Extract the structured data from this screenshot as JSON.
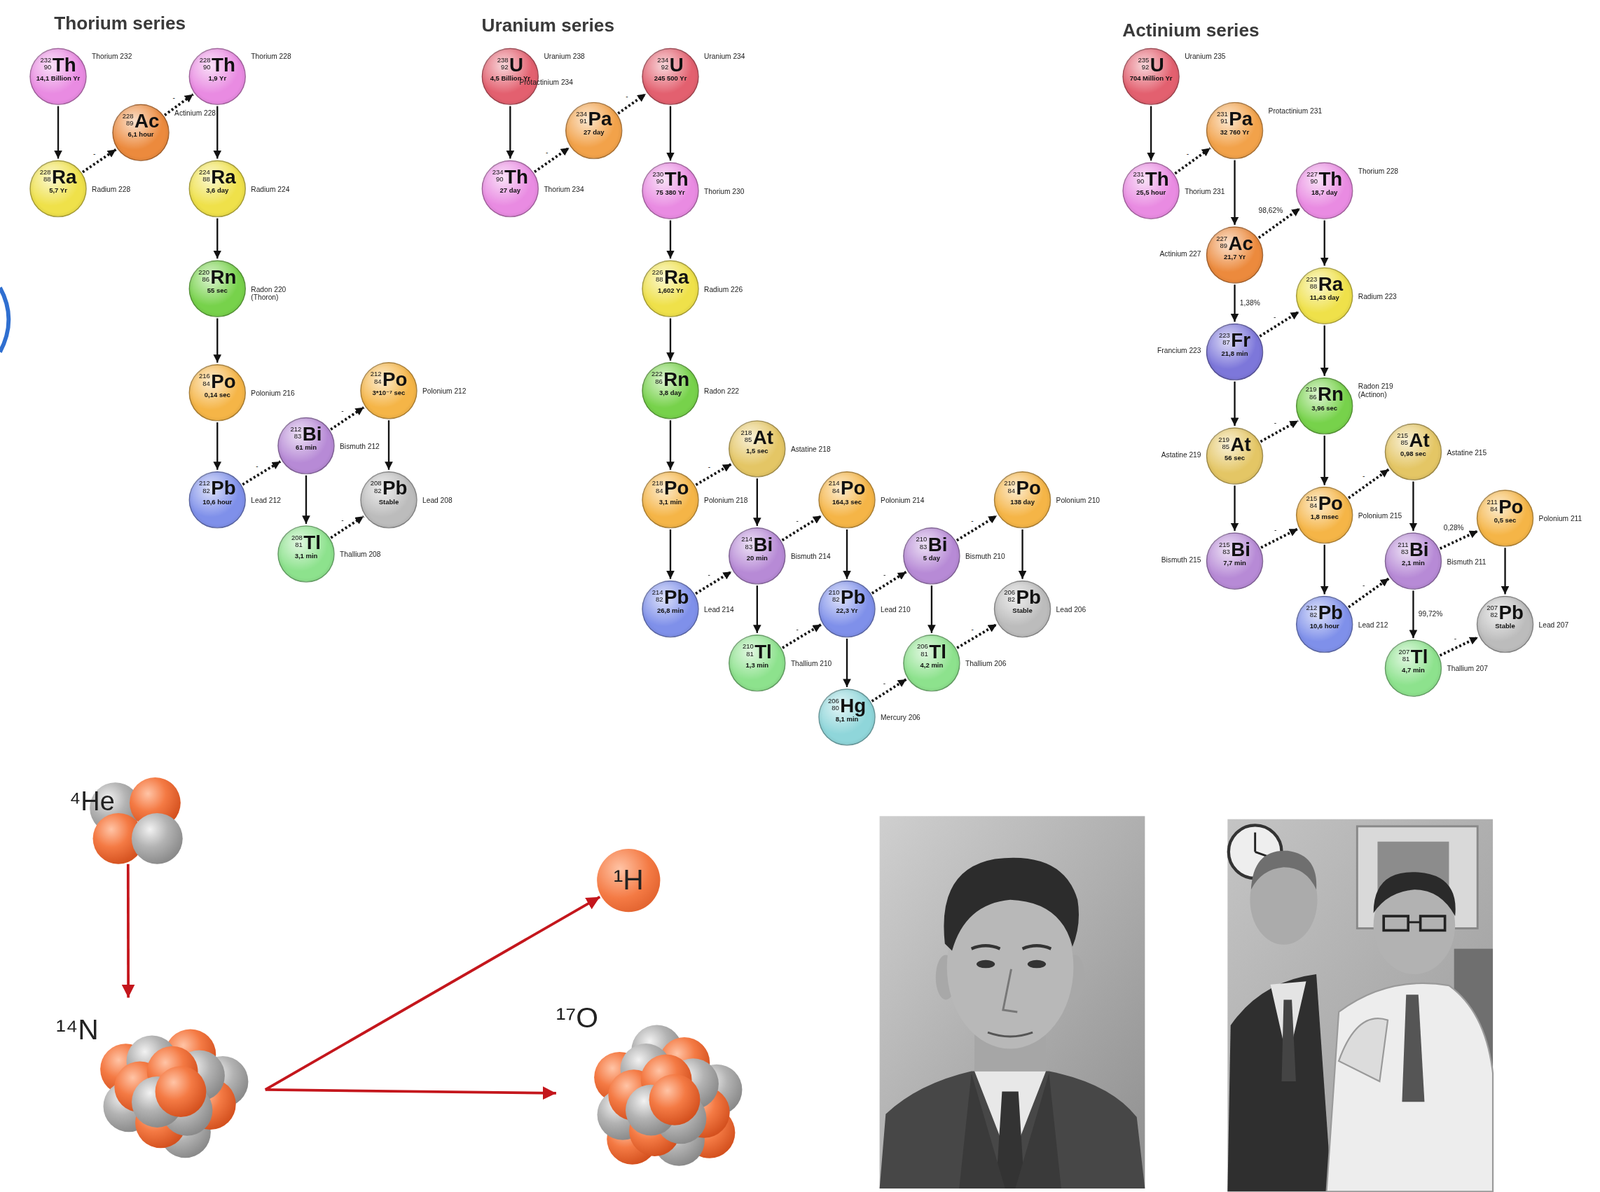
{
  "diagram": {
    "nodes": [
      {
        "text": [
          "232",
          "90",
          "Th",
          "14,1 Billion Yr",
          "Thorium 232"
        ]
      },
      {
        "text": [
          "228",
          "88",
          "Ra",
          "5,7 Yr",
          "Radium 228"
        ]
      },
      {
        "text": [
          "228",
          "89",
          "Ac",
          "6,1 hour",
          "Actinium 228"
        ]
      },
      {
        "text": [
          "228",
          "90",
          "Th",
          "1,9 Yr",
          "Thorium 228"
        ]
      },
      {
        "text": [
          "224",
          "88",
          "Ra",
          "3,6 day",
          "Radium 224"
        ]
      },
      {
        "text": [
          "220",
          "86",
          "Rn",
          "55 sec",
          "Radon 220 (Thoron)"
        ]
      },
      {
        "text": [
          "216",
          "84",
          "Po",
          "0,14 sec",
          "Polonium 216"
        ]
      },
      {
        "text": [
          "212",
          "82",
          "Pb",
          "10,6 hour",
          "Lead 212"
        ]
      },
      {
        "text": [
          "212",
          "83",
          "Bi",
          "61 min",
          "Bismuth 212"
        ]
      },
      {
        "text": [
          "212",
          "84",
          "Po",
          "3*10⁻⁷ sec",
          "Polonium 212"
        ]
      },
      {
        "text": [
          "208",
          "81",
          "Tl",
          "3,1 min",
          "Thallium 208"
        ]
      },
      {
        "text": [
          "208",
          "82",
          "Pb",
          "Stable",
          "Lead 208"
        ]
      },
      {
        "text": [
          "238",
          "92",
          "U",
          "4,5 Billion Yr",
          "Uranium 238"
        ]
      },
      {
        "text": [
          "234",
          "90",
          "Th",
          "27 day",
          "Thorium 234"
        ]
      },
      {
        "text": [
          "234",
          "91",
          "Pa",
          "27 day",
          "Protactinium 234"
        ]
      },
      {
        "text": [
          "234",
          "92",
          "U",
          "245 500 Yr",
          "Uranium 234"
        ]
      },
      {
        "text": [
          "230",
          "90",
          "Th",
          "75 380 Yr",
          "Thorium 230"
        ]
      },
      {
        "text": [
          "226",
          "88",
          "Ra",
          "1,602 Yr",
          "Radium 226"
        ]
      },
      {
        "text": [
          "222",
          "86",
          "Rn",
          "3,8 day",
          "Radon 222"
        ]
      },
      {
        "text": [
          "218",
          "85",
          "At",
          "1,5 sec",
          "Astatine 218"
        ]
      },
      {
        "text": [
          "218",
          "84",
          "Po",
          "3,1 min",
          "Polonium 218"
        ]
      },
      {
        "text": [
          "214",
          "83",
          "Bi",
          "20 min",
          "Bismuth 214"
        ]
      },
      {
        "text": [
          "214",
          "84",
          "Po",
          "164,3 sec",
          "Polonium 214"
        ]
      },
      {
        "text": [
          "214",
          "82",
          "Pb",
          "26,8 min",
          "Lead 214"
        ]
      },
      {
        "text": [
          "210",
          "81",
          "Tl",
          "1,3 min",
          "Thallium 210"
        ]
      },
      {
        "text": [
          "210",
          "82",
          "Pb",
          "22,3 Yr",
          "Lead 210"
        ]
      },
      {
        "text": [
          "210",
          "83",
          "Bi",
          "5 day",
          "Bismuth 210"
        ]
      },
      {
        "text": [
          "210",
          "84",
          "Po",
          "138 day",
          "Polonium 210"
        ]
      },
      {
        "text": [
          "206",
          "80",
          "Hg",
          "8,1 min",
          "Mercury 206"
        ]
      },
      {
        "text": [
          "206",
          "81",
          "Tl",
          "4,2 min",
          "Thallium 206"
        ]
      },
      {
        "text": [
          "206",
          "82",
          "Pb",
          "Stable",
          "Lead 206"
        ]
      },
      {
        "text": [
          "235",
          "92",
          "U",
          "704 Million Yr",
          "Uranium 235"
        ]
      },
      {
        "text": [
          "231",
          "91",
          "Pa",
          "32 760 Yr",
          "Protactinium 231"
        ]
      },
      {
        "text": [
          "231",
          "90",
          "Th",
          "25,5 hour",
          "Thorium 231"
        ]
      },
      {
        "text": [
          "227",
          "89",
          "Ac",
          "21,7 Yr",
          "Actinium 227"
        ]
      },
      {
        "text": [
          "227",
          "90",
          "Th",
          "18,7 day",
          "Thorium 228"
        ]
      },
      {
        "text": [
          "223",
          "88",
          "Ra",
          "11,43 day",
          "Radium 223"
        ]
      },
      {
        "text": [
          "223",
          "87",
          "Fr",
          "21,8 min",
          "Francium 223"
        ]
      },
      {
        "text": [
          "219",
          "86",
          "Rn",
          "3,96 sec",
          "Radon 219 (Actinon)"
        ]
      },
      {
        "text": [
          "219",
          "85",
          "At",
          "56 sec",
          "Astatine 219"
        ]
      },
      {
        "text": [
          "215",
          "85",
          "At",
          "0,98 sec",
          "Astatine 215"
        ]
      },
      {
        "text": [
          "215",
          "84",
          "Po",
          "1,8 msec",
          "Polonium 215"
        ]
      },
      {
        "text": [
          "215",
          "83",
          "Bi",
          "7,7 min",
          "Bismuth 215"
        ]
      },
      {
        "text": [
          "211",
          "83",
          "Bi",
          "2,1 min",
          "Bismuth 211"
        ]
      },
      {
        "text": [
          "211",
          "84",
          "Po",
          "0,5 sec",
          "Polonium 211"
        ]
      },
      {
        "text": [
          "212",
          "82",
          "Pb",
          "10,6 hour",
          "Lead 212"
        ]
      },
      {
        "text": [
          "207",
          "81",
          "Tl",
          "4,7 min",
          "Thallium 207"
        ]
      },
      {
        "text": [
          "207",
          "82",
          "Pb",
          "Stable",
          "Lead 207"
        ]
      },
      {
        "text": [
          "⁴He"
        ]
      },
      {
        "text": [
          "¹H"
        ]
      },
      {
        "text": [
          "¹⁴N"
        ]
      },
      {
        "text": [
          "¹⁷O"
        ]
      }
    ],
    "edges": [
      {
        "from": 0,
        "to": 1,
        "arrow": "to"
      },
      {
        "from": 1,
        "to": 2,
        "arrow": "to",
        "label": "-"
      },
      {
        "from": 2,
        "to": 3,
        "arrow": "to",
        "label": "-"
      },
      {
        "from": 3,
        "to": 4,
        "arrow": "to"
      },
      {
        "from": 4,
        "to": 5,
        "arrow": "to"
      },
      {
        "from": 5,
        "to": 6,
        "arrow": "to"
      },
      {
        "from": 6,
        "to": 7,
        "arrow": "to"
      },
      {
        "from": 7,
        "to": 8,
        "arrow": "to",
        "label": "-"
      },
      {
        "from": 8,
        "to": 9,
        "arrow": "to",
        "label": "-"
      },
      {
        "from": 8,
        "to": 10,
        "arrow": "to"
      },
      {
        "from": 9,
        "to": 11,
        "arrow": "to"
      },
      {
        "from": 10,
        "to": 11,
        "arrow": "to",
        "label": "-"
      },
      {
        "from": 12,
        "to": 13,
        "arrow": "to"
      },
      {
        "from": 13,
        "to": 14,
        "arrow": "to",
        "label": "-"
      },
      {
        "from": 14,
        "to": 15,
        "arrow": "to",
        "label": "-"
      },
      {
        "from": 15,
        "to": 16,
        "arrow": "to"
      },
      {
        "from": 16,
        "to": 17,
        "arrow": "to"
      },
      {
        "from": 17,
        "to": 18,
        "arrow": "to"
      },
      {
        "from": 18,
        "to": 20,
        "arrow": "to"
      },
      {
        "from": 20,
        "to": 19,
        "arrow": "to",
        "label": "-"
      },
      {
        "from": 19,
        "to": 21,
        "arrow": "to"
      },
      {
        "from": 20,
        "to": 23,
        "arrow": "to"
      },
      {
        "from": 23,
        "to": 21,
        "arrow": "to",
        "label": "-"
      },
      {
        "from": 21,
        "to": 22,
        "arrow": "to",
        "label": "-"
      },
      {
        "from": 21,
        "to": 24,
        "arrow": "to"
      },
      {
        "from": 22,
        "to": 25,
        "arrow": "to"
      },
      {
        "from": 24,
        "to": 25,
        "arrow": "to",
        "label": "-"
      },
      {
        "from": 25,
        "to": 26,
        "arrow": "to",
        "label": "-"
      },
      {
        "from": 25,
        "to": 28,
        "arrow": "to"
      },
      {
        "from": 28,
        "to": 29,
        "arrow": "to",
        "label": "-"
      },
      {
        "from": 26,
        "to": 27,
        "arrow": "to",
        "label": "-"
      },
      {
        "from": 26,
        "to": 29,
        "arrow": "to"
      },
      {
        "from": 27,
        "to": 30,
        "arrow": "to"
      },
      {
        "from": 29,
        "to": 30,
        "arrow": "to",
        "label": "-"
      },
      {
        "from": 31,
        "to": 33,
        "arrow": "to"
      },
      {
        "from": 33,
        "to": 32,
        "arrow": "to",
        "label": "-"
      },
      {
        "from": 32,
        "to": 34,
        "arrow": "to"
      },
      {
        "from": 34,
        "to": 35,
        "arrow": "to",
        "label": "98,62%"
      },
      {
        "from": 34,
        "to": 37,
        "arrow": "to",
        "label": "1,38%"
      },
      {
        "from": 35,
        "to": 36,
        "arrow": "to"
      },
      {
        "from": 37,
        "to": 36,
        "arrow": "to",
        "label": "-"
      },
      {
        "from": 36,
        "to": 38,
        "arrow": "to"
      },
      {
        "from": 37,
        "to": 39,
        "arrow": "to"
      },
      {
        "from": 39,
        "to": 38,
        "arrow": "to",
        "label": "-"
      },
      {
        "from": 39,
        "to": 42,
        "arrow": "to"
      },
      {
        "from": 38,
        "to": 41,
        "arrow": "to"
      },
      {
        "from": 42,
        "to": 41,
        "arrow": "to",
        "label": "-"
      },
      {
        "from": 41,
        "to": 40,
        "arrow": "to",
        "label": "-"
      },
      {
        "from": 41,
        "to": 45,
        "arrow": "to"
      },
      {
        "from": 40,
        "to": 43,
        "arrow": "to"
      },
      {
        "from": 45,
        "to": 43,
        "arrow": "to",
        "label": "-"
      },
      {
        "from": 43,
        "to": 44,
        "arrow": "to",
        "label": "0,28%"
      },
      {
        "from": 43,
        "to": 46,
        "arrow": "to",
        "label": "99,72%"
      },
      {
        "from": 44,
        "to": 47,
        "arrow": "to"
      },
      {
        "from": 46,
        "to": 47,
        "arrow": "to",
        "label": "-"
      },
      {
        "from": 48,
        "to": 50,
        "arrow": "to"
      },
      {
        "from": 50,
        "to": 49,
        "arrow": "to"
      },
      {
        "from": 50,
        "to": 51,
        "arrow": "to"
      }
    ],
    "labels": [
      "Thorium series",
      "Uranium series",
      "Actinium series"
    ]
  }
}
